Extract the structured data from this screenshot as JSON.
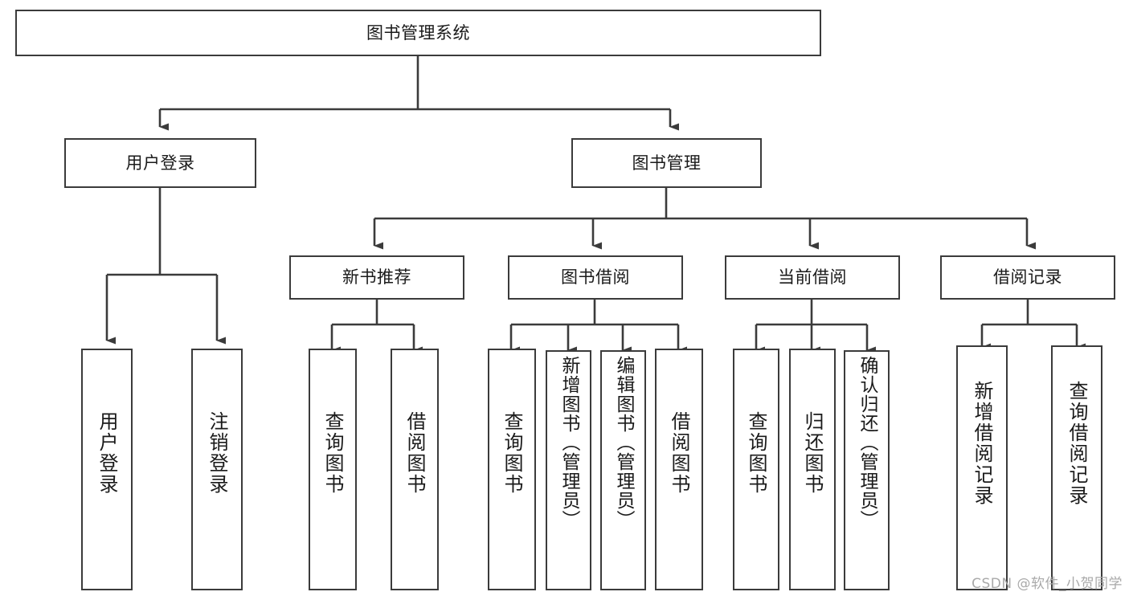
{
  "diagram": {
    "title": "图书管理系统",
    "type": "tree-hierarchy-diagram",
    "watermark": "CSDN @软件_小贺同学",
    "colors": {
      "box_border": "#3b3b3b",
      "box_fill": "#ffffff",
      "connector": "#3b3b3b",
      "text": "#1a1a1a",
      "watermark": "#a9a9a9",
      "background": "#ffffff"
    },
    "root": {
      "label": "图书管理系统"
    },
    "level2": [
      {
        "label": "用户登录"
      },
      {
        "label": "图书管理"
      }
    ],
    "level3": [
      {
        "label": "新书推荐"
      },
      {
        "label": "图书借阅"
      },
      {
        "label": "当前借阅"
      },
      {
        "label": "借阅记录"
      }
    ],
    "leaves": {
      "user_login": [
        {
          "label": "用户登录"
        },
        {
          "label": "注销登录"
        }
      ],
      "new_book_recommend": [
        {
          "label": "查询图书"
        },
        {
          "label": "借阅图书"
        }
      ],
      "book_borrow": [
        {
          "label": "查询图书"
        },
        {
          "label": "新增图书（管理员）"
        },
        {
          "label": "编辑图书（管理员）"
        },
        {
          "label": "借阅图书"
        }
      ],
      "current_borrow": [
        {
          "label": "查询图书"
        },
        {
          "label": "归还图书"
        },
        {
          "label": "确认归还（管理员）"
        }
      ],
      "borrow_record": [
        {
          "label": "新增借阅记录"
        },
        {
          "label": "查询借阅记录"
        }
      ]
    }
  }
}
